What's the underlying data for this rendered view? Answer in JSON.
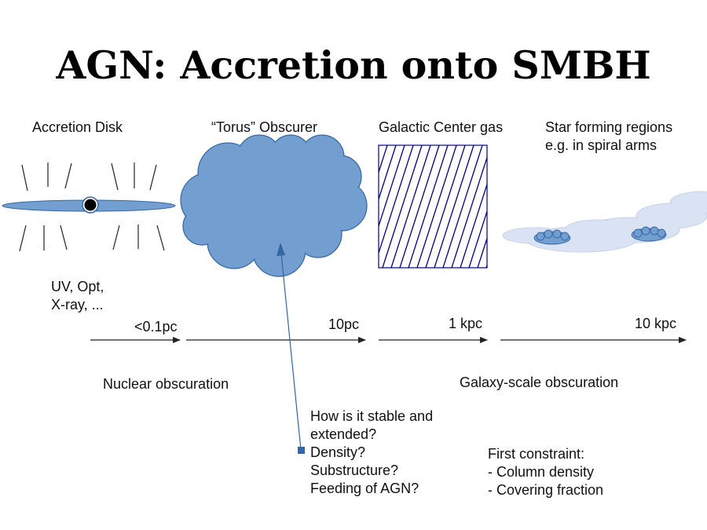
{
  "title": "AGN: Accretion onto SMBH",
  "columns": {
    "accretion_disk": "Accretion Disk",
    "torus": "“Torus” Obscurer",
    "galactic_center": "Galactic Center gas",
    "star_forming": [
      "Star forming regions",
      "e.g. in spiral arms"
    ]
  },
  "wavebands": [
    "UV, Opt,",
    "X-ray, ..."
  ],
  "scales": [
    "<0.1pc",
    "10pc",
    "1 kpc",
    "10 kpc"
  ],
  "obscuration": {
    "nuclear": "Nuclear obscuration",
    "galaxy": "Galaxy-scale obscuration"
  },
  "questions": [
    "How is it stable and",
    "extended?",
    "Density?",
    "Substructure?",
    "Feeding of AGN?"
  ],
  "constraints": [
    "First constraint:",
    "- Column density",
    "- Covering fraction"
  ],
  "colors": {
    "cloud_fill": "#729fcf",
    "cloud_stroke": "#3465a4",
    "hatch": "#000080",
    "galaxy_fill": "#dae3f3",
    "arrow": "#3465a4"
  }
}
